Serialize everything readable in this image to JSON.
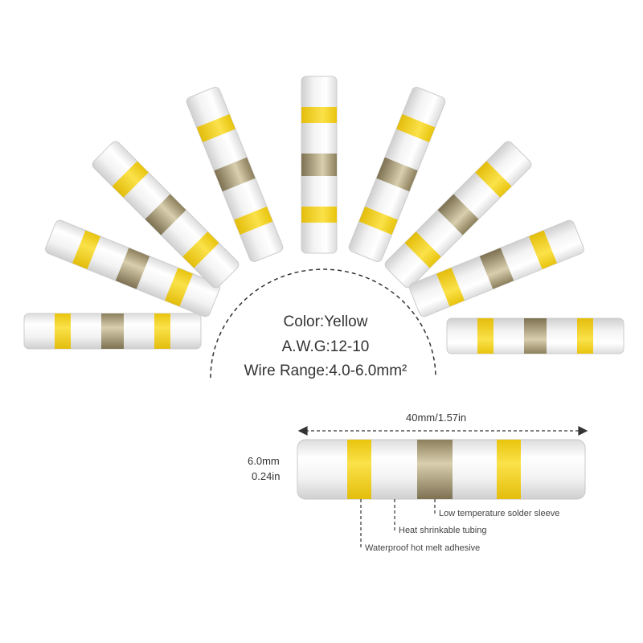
{
  "product": {
    "specs": {
      "color": "Color:Yellow",
      "awg": "A.W.G:12-10",
      "wire_range": "Wire  Range:4.0-6.0mm²"
    },
    "dimensions": {
      "length": "40mm/1.57in",
      "diameter_mm": "6.0mm",
      "diameter_in": "0.24in"
    },
    "callouts": {
      "solder": "Low temperature solder sleeve",
      "tubing": "Heat  shrinkable tubing",
      "adhesive": "Waterproof  hot  melt  adhesive"
    },
    "colors": {
      "band": "#f2d51c",
      "solder": "#b7a882",
      "tube": "#f1f1f1"
    }
  }
}
